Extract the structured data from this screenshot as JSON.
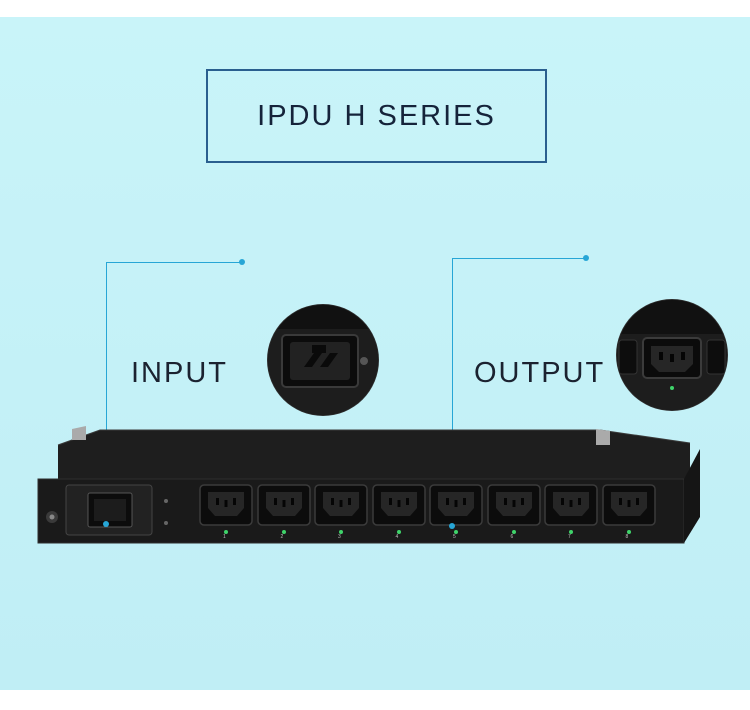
{
  "title": "IPDU H SERIES",
  "labels": {
    "input": "INPUT",
    "output": "OUTPUT"
  },
  "outlets": [
    "1",
    "2",
    "3",
    "4",
    "5",
    "6",
    "7",
    "8"
  ],
  "colors": {
    "background": "#c4f1f7",
    "accent_line": "#27a6d6",
    "title_border": "#2a5f8f",
    "device_body": "#1c1c1c",
    "outlet_led": "#3fd46a"
  },
  "icons": {
    "input_connector": "c20-inlet-icon",
    "output_connector": "c13-outlet-icon"
  }
}
